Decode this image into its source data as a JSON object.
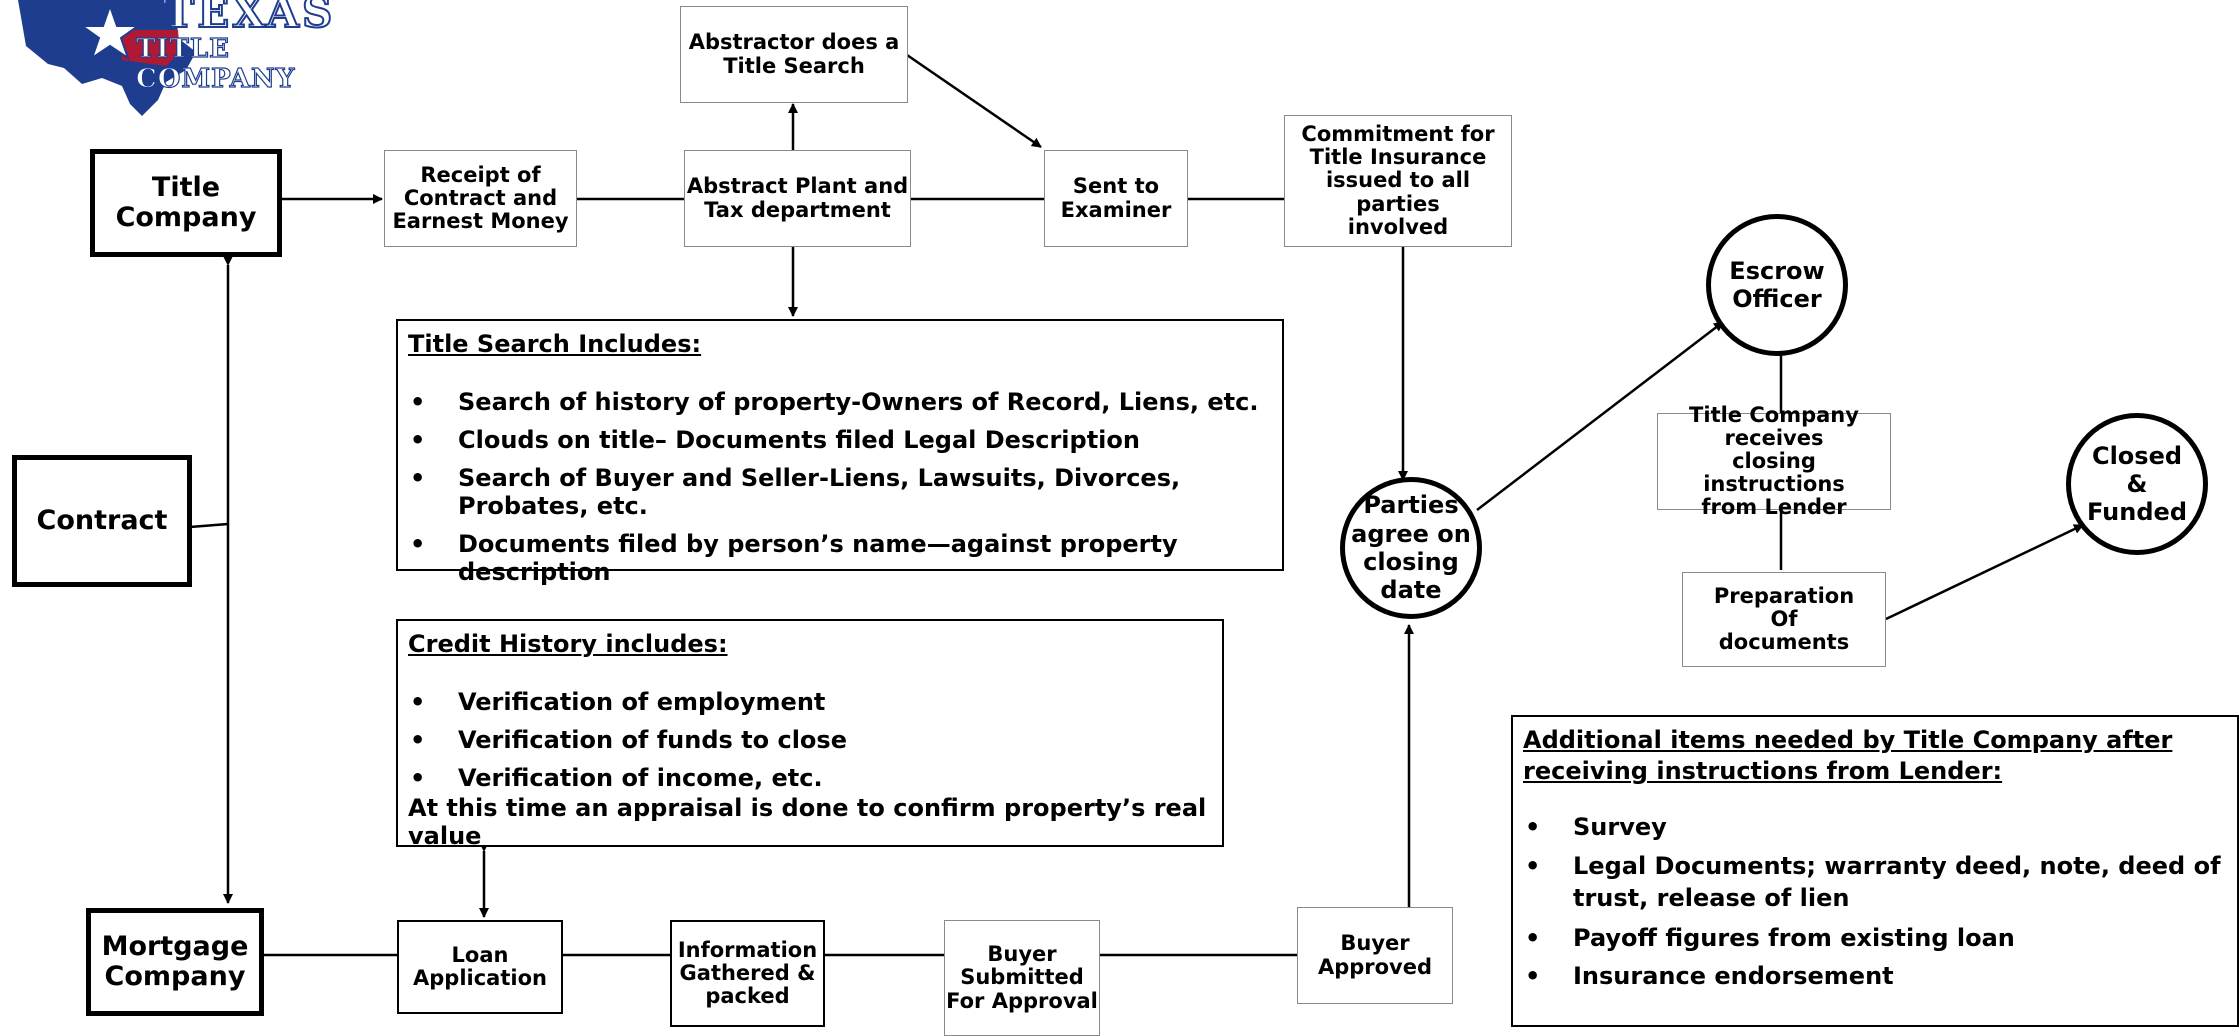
{
  "logo": {
    "line1": "TEXAS",
    "line2": "TITLE COMPANY",
    "colors": {
      "blue": "#1f3d8f",
      "red": "#c0152a",
      "white": "#ffffff"
    }
  },
  "nodes": {
    "title_company": "Title\nCompany",
    "contract": "Contract",
    "mortgage_company": "Mortgage\nCompany",
    "receipt": "Receipt of\nContract and\nEarnest Money",
    "abstractor": "Abstractor does a\nTitle Search",
    "abstract_plant": "Abstract Plant and\nTax department",
    "sent_examiner": "Sent to\nExaminer",
    "commitment": "Commitment for\nTitle Insurance\nissued to all parties\ninvolved",
    "escrow_officer": "Escrow\nOfficer",
    "parties_agree": "Parties\nagree on\nclosing\ndate",
    "title_receives": "Title Company receives\nclosing instructions\nfrom Lender",
    "closed_funded": "Closed\n&\nFunded",
    "preparation": "Preparation\nOf\ndocuments",
    "loan_application": "Loan\nApplication",
    "info_gathered": "Information\nGathered &\npacked",
    "buyer_submitted": "Buyer\nSubmitted\nFor Approval",
    "buyer_approved": "Buyer\nApproved"
  },
  "title_search": {
    "heading": "Title Search Includes:",
    "items": [
      "Search of history of property-Owners of Record, Liens, etc.",
      "Clouds on title– Documents filed Legal Description",
      "Search of Buyer and Seller-Liens, Lawsuits, Divorces, Probates, etc.",
      "Documents filed by person’s name—against property description"
    ]
  },
  "credit_history": {
    "heading": "Credit History includes:",
    "items": [
      "Verification of employment",
      "Verification of funds to close",
      "Verification of income, etc."
    ],
    "note": "At this time an appraisal is done to confirm property’s real value"
  },
  "additional_items": {
    "heading": "Additional items needed by Title Company after receiving instructions from Lender:",
    "items": [
      "Survey",
      "Legal Documents; warranty deed, note, deed of trust, release of lien",
      "Payoff figures from existing loan",
      "Insurance endorsement"
    ]
  },
  "bullet": "•"
}
